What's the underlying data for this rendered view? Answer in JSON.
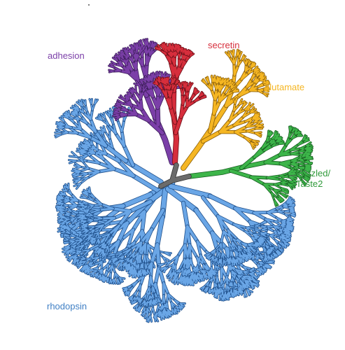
{
  "clades": {
    "adhesion": {
      "label": "adhesion",
      "color": "#7b3fa8",
      "outline": "#3e1f5c"
    },
    "secretin": {
      "label": "secretin",
      "color": "#d62e3c",
      "outline": "#6b1019"
    },
    "glutamate": {
      "label": "glutamate",
      "color": "#f5b623",
      "outline": "#8a5e08"
    },
    "frizzled": {
      "label": "Frizzled/\nTaste2",
      "color": "#3db54a",
      "outline": "#175e20"
    },
    "rhodopsin": {
      "label": "rhodopsin",
      "color": "#6aa6e6",
      "outline": "#1f4f8a"
    }
  },
  "root_color": "#6b6b6b",
  "root_outline": "#333333"
}
